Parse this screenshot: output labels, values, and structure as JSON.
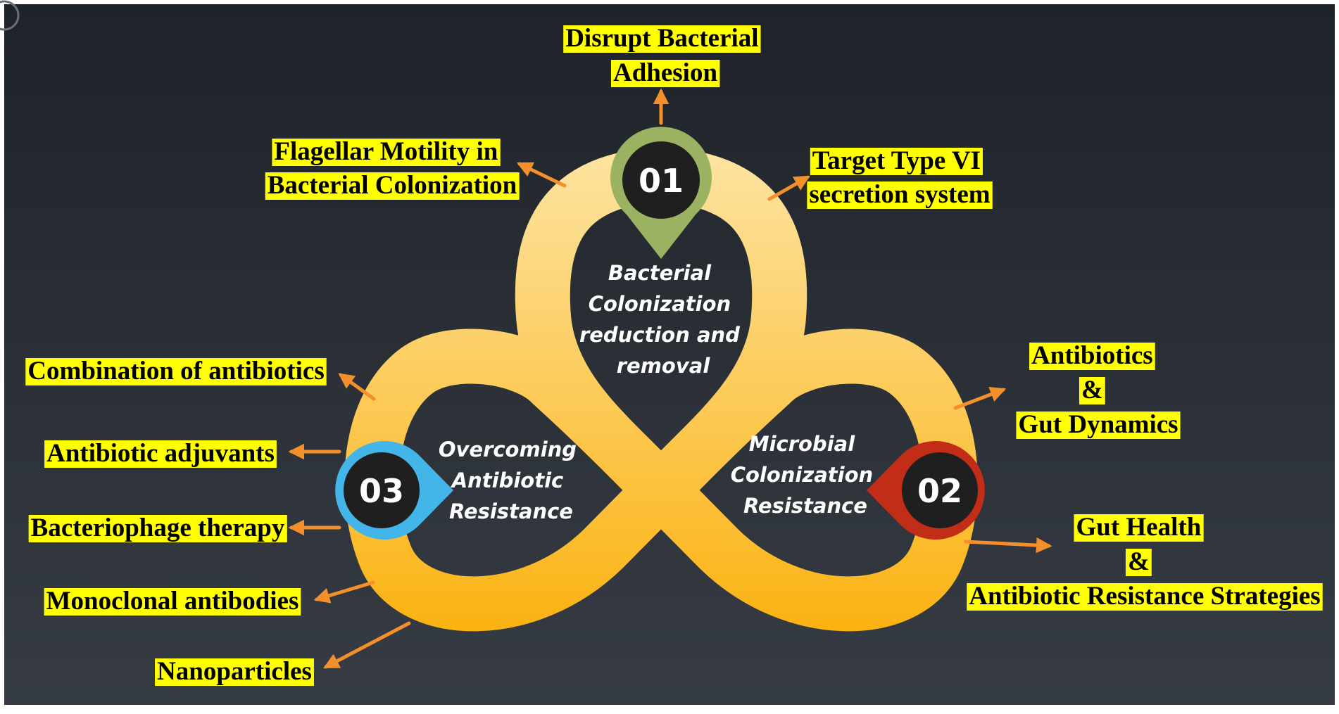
{
  "colors": {
    "background_top": "#1e2329",
    "background_bottom": "#373c44",
    "trefoil_top": "#fde3a0",
    "trefoil_bottom": "#fbb10d",
    "pin_01": "#9bb262",
    "pin_02": "#c12d17",
    "pin_03": "#43b5e8",
    "pin_center": "#1f1f1f",
    "arrow": "#f3902b",
    "label_highlight": "#ffff00"
  },
  "pins": {
    "p01": {
      "number": "01"
    },
    "p02": {
      "number": "02"
    },
    "p03": {
      "number": "03"
    }
  },
  "lobes": {
    "top": [
      "Bacterial",
      "Colonization",
      "reduction and",
      "removal"
    ],
    "right": [
      "Microbial",
      "Colonization",
      "Resistance"
    ],
    "left": [
      "Overcoming",
      "Antibiotic",
      "Resistance"
    ]
  },
  "labels": {
    "disrupt": [
      "Disrupt Bacterial",
      "Adhesion"
    ],
    "flagellar": [
      "Flagellar Motility in",
      "Bacterial Colonization"
    ],
    "typevi": [
      "Target Type VI",
      "secretion system"
    ],
    "gut_dynamics": [
      "Antibiotics",
      "&",
      "Gut Dynamics"
    ],
    "gut_health": [
      "Gut Health",
      "&",
      "Antibiotic Resistance Strategies"
    ],
    "combination": [
      "Combination of antibiotics"
    ],
    "adjuvants": [
      "Antibiotic adjuvants"
    ],
    "phage": [
      "Bacteriophage therapy"
    ],
    "monoclonal": [
      "Monoclonal antibodies"
    ],
    "nano": [
      "Nanoparticles"
    ]
  }
}
